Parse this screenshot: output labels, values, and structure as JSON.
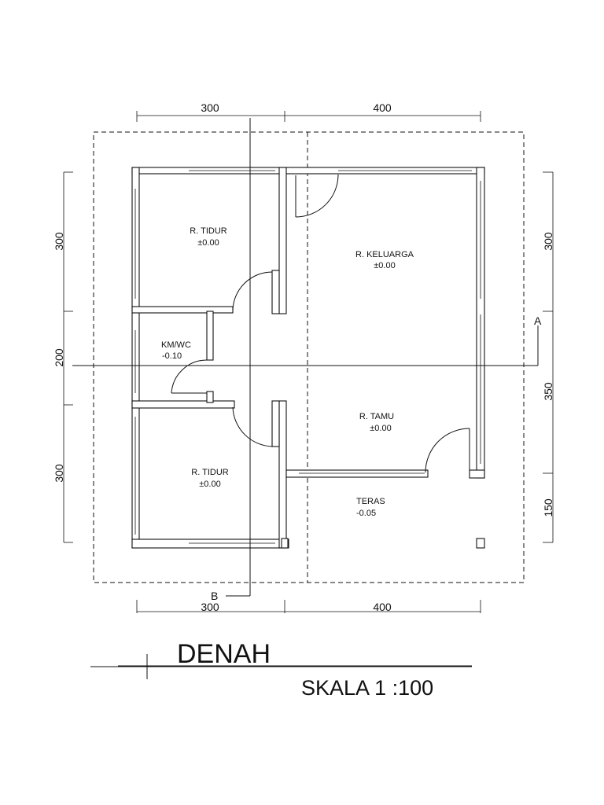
{
  "plan": {
    "dimensions": {
      "top_left": "300",
      "top_right": "400",
      "bottom_left": "300",
      "bottom_right": "400",
      "left_top": "300",
      "left_middle": "200",
      "left_bottom": "300",
      "right_top": "300",
      "right_middle": "350",
      "right_bottom": "150"
    },
    "section_a": "A",
    "section_b": "B",
    "rooms": {
      "bedroom_top": {
        "name": "R. TIDUR",
        "level": "±0.00"
      },
      "family_room": {
        "name": "R. KELUARGA",
        "level": "±0.00"
      },
      "bathroom": {
        "name": "KM/WC",
        "level": "-0.10"
      },
      "living_room": {
        "name": "R. TAMU",
        "level": "±0.00"
      },
      "bedroom_bottom": {
        "name": "R. TIDUR",
        "level": "±0.00"
      },
      "terrace": {
        "name": "TERAS",
        "level": "-0.05"
      }
    }
  },
  "title": {
    "heading": "DENAH",
    "scale": "SKALA 1 :100"
  }
}
